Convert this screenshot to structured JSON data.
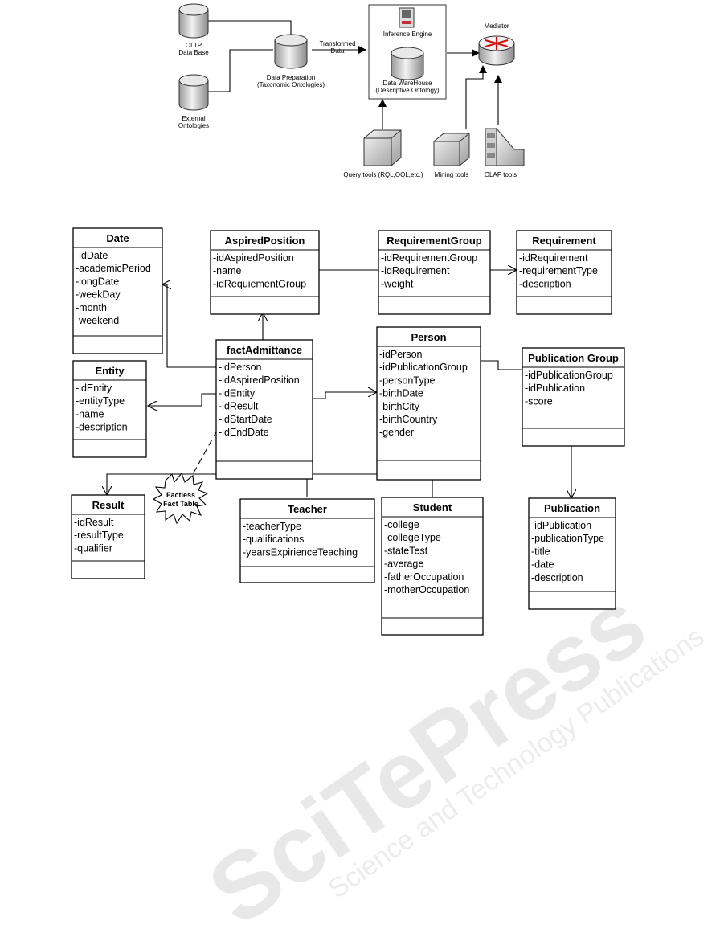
{
  "watermark": {
    "big": "SciTePress",
    "small": "Science and Technology Publications"
  },
  "architecture": {
    "oltp": "OLTP\nData Base",
    "external": "External\nOntologies",
    "data_prep": "Data Preparation\n(Taxonomic Ontologies)",
    "transformed": "Transformed\nData",
    "inference": "Inference Engine",
    "warehouse": "Data WareHouse\n(Descriptive Ontology)",
    "mediator": "Mediator",
    "query_tools": "Query tools (RQL,OQL,etc.)",
    "mining_tools": "Mining tools",
    "olap_tools": "OLAP tools"
  },
  "classes": {
    "date": {
      "title": "Date",
      "attrs": [
        "-idDate",
        "-academicPeriod",
        "-longDate",
        "-weekDay",
        "-month",
        "-weekend"
      ]
    },
    "aspired": {
      "title": "AspiredPosition",
      "attrs": [
        "-idAspiredPosition",
        "-name",
        "-idRequiementGroup"
      ]
    },
    "reqgroup": {
      "title": "RequirementGroup",
      "attrs": [
        "-idRequirementGroup",
        "-idRequirement",
        "-weight"
      ]
    },
    "requirement": {
      "title": "Requirement",
      "attrs": [
        "-idRequirement",
        "-requirementType",
        "-description"
      ]
    },
    "fact": {
      "title": "factAdmittance",
      "attrs": [
        "-idPerson",
        "-idAspiredPosition",
        "-idEntity",
        "-idResult",
        "-idStartDate",
        "-idEndDate"
      ]
    },
    "person": {
      "title": "Person",
      "attrs": [
        "-idPerson",
        "-idPublicationGroup",
        "-personType",
        "-birthDate",
        "-birthCity",
        "-birthCountry",
        "-gender"
      ]
    },
    "pubgroup": {
      "title": "Publication Group",
      "attrs": [
        "-idPublicationGroup",
        "-idPublication",
        "-score"
      ]
    },
    "entity": {
      "title": "Entity",
      "attrs": [
        "-idEntity",
        "-entityType",
        "-name",
        "-description"
      ]
    },
    "result": {
      "title": "Result",
      "attrs": [
        "-idResult",
        "-resultType",
        "-qualifier"
      ]
    },
    "teacher": {
      "title": "Teacher",
      "attrs": [
        "-teacherType",
        "-qualifications",
        "-yearsExpirienceTeaching"
      ]
    },
    "student": {
      "title": "Student",
      "attrs": [
        "-college",
        "-collegeType",
        "-stateTest",
        "-average",
        "-fatherOccupation",
        "-motherOccupation"
      ]
    },
    "publication": {
      "title": "Publication",
      "attrs": [
        "-idPublication",
        "-publicationType",
        "-title",
        "-date",
        "-description"
      ]
    }
  },
  "callout": "Factless\nFact Table",
  "colors": {
    "watermark": "#e6e6e6",
    "watermark_yellow": "#f6e7b4",
    "mediator_arrows": "#d01010"
  }
}
